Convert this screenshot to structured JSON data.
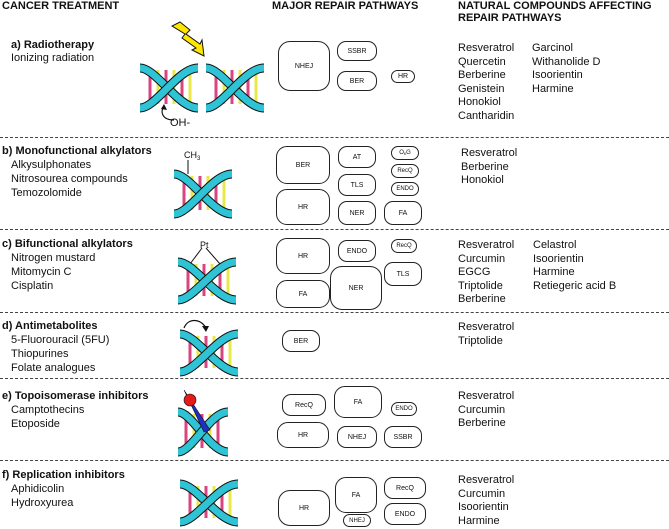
{
  "headers": {
    "treatment": "CANCER TREATMENT",
    "pathways": "MAJOR  REPAIR PATHWAYS",
    "compounds_line1": "NATURAL COMPOUNDS AFFECTING",
    "compounds_line2": "REPAIR PATHWAYS"
  },
  "sections": [
    {
      "title": "a) Radiotherapy",
      "lines": [
        "Ionizing radiation"
      ],
      "dna_label": "OH-",
      "pathways": [
        "NHEJ",
        "SSBR",
        "BER",
        "HR"
      ],
      "compounds_col1": [
        "Resveratrol",
        "Quercetin",
        "Berberine",
        "Genistein",
        "Honokiol",
        "Cantharidin"
      ],
      "compounds_col2": [
        "Garcinol",
        "Withanolide D",
        "Isoorientin",
        "Harmine"
      ]
    },
    {
      "title": "b) Monofunctional alkylators",
      "lines": [
        "Alkysulphonates",
        "Nitrosourea compounds",
        "Temozolomide"
      ],
      "dna_label": "CH3",
      "pathways": [
        "BER",
        "AT",
        "O6G",
        "RecQ",
        "TLS",
        "ENDO",
        "HR",
        "NER",
        "FA"
      ],
      "compounds_col1": [
        "Resveratrol",
        "Berberine",
        "Honokiol"
      ],
      "compounds_col2": []
    },
    {
      "title": "c) Bifunctional alkylators",
      "lines": [
        "Nitrogen mustard",
        "Mitomycin C",
        "Cisplatin"
      ],
      "dna_label": "Pt",
      "pathways": [
        "HR",
        "ENDO",
        "RecQ",
        "TLS",
        "FA",
        "NER"
      ],
      "compounds_col1": [
        "Resveratrol",
        "Curcumin",
        "EGCG",
        "Triptolide",
        "Berberine"
      ],
      "compounds_col2": [
        "Celastrol",
        "Isoorientin",
        "Harmine",
        "Retiegeric acid B"
      ]
    },
    {
      "title": "d) Antimetabolites",
      "lines": [
        "5-Fluorouracil (5FU)",
        "Thiopurines",
        "Folate analogues"
      ],
      "dna_label": "",
      "pathways": [
        "BER"
      ],
      "compounds_col1": [
        "Resveratrol",
        "Triptolide"
      ],
      "compounds_col2": []
    },
    {
      "title": "e) Topoisomerase inhibitors",
      "lines": [
        "Camptothecins",
        "Etoposide"
      ],
      "dna_label": "",
      "pathways": [
        "RecQ",
        "FA",
        "ENDO",
        "HR",
        "NHEJ",
        "SSBR"
      ],
      "compounds_col1": [
        "Resveratrol",
        "Curcumin",
        "Berberine"
      ],
      "compounds_col2": []
    },
    {
      "title": "f) Replication inhibitors",
      "lines": [
        "Aphidicolin",
        "Hydroxyurea"
      ],
      "dna_label": "",
      "pathways": [
        "HR",
        "FA",
        "RecQ",
        "ENDO",
        "NHEJ"
      ],
      "compounds_col1": [
        "Resveratrol",
        "Curcumin",
        "Isoorientin",
        "Harmine"
      ],
      "compounds_col2": []
    }
  ],
  "colors": {
    "dna_strand": "#2ec4d6",
    "base_pink": "#d9457f",
    "base_yellow": "#e8e84a",
    "lightning": "#ffe600",
    "topo_red": "#e21b1b",
    "topo_blue": "#1f2fbf"
  }
}
